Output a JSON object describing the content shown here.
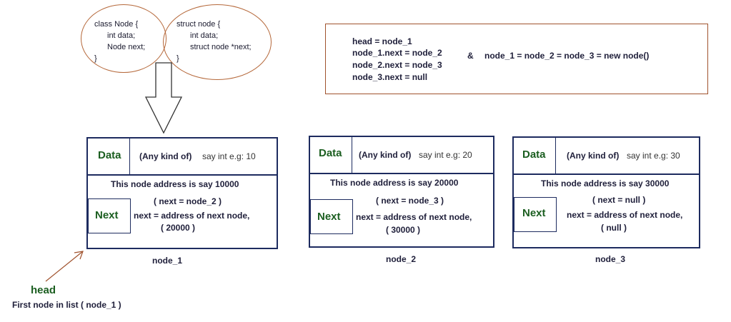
{
  "class_code": {
    "l1": "class Node {",
    "l2": "int data;",
    "l3": "Node next;",
    "l4": "}"
  },
  "struct_code": {
    "l1": "struct node {",
    "l2": "int data;",
    "l3": "struct node *next;",
    "l4": "}"
  },
  "info_box": {
    "line1": "head = node_1",
    "line2": "node_1.next = node_2",
    "line3": "node_2.next = node_3",
    "line4": "node_3.next = null",
    "amp": "&",
    "assign": "node_1 = node_2 = node_3 = new node()"
  },
  "nodes": [
    {
      "data_label": "Data",
      "data_kind": "(Any kind of)",
      "data_val": "say int e.g: 10",
      "address": "This node address is say 10000",
      "next_eq": "( next = node_2 )",
      "next_label": "Next",
      "next_desc": "next = address of next node,",
      "next_addr": "( 20000 )",
      "name": "node_1"
    },
    {
      "data_label": "Data",
      "data_kind": "(Any kind of)",
      "data_val": "say int e.g: 20",
      "address": "This node address is say 20000",
      "next_eq": "( next = node_3 )",
      "next_label": "Next",
      "next_desc": "next = address of next node,",
      "next_addr": "( 30000 )",
      "name": "node_2"
    },
    {
      "data_label": "Data",
      "data_kind": "(Any kind of)",
      "data_val": "say int e.g: 30",
      "address": "This node address is say 30000",
      "next_eq": "( next = null )",
      "next_label": "Next",
      "next_desc": "next = address of next node,",
      "next_addr": "( null )",
      "name": "node_3"
    }
  ],
  "head": {
    "label": "head",
    "desc": "First node in list ( node_1 )"
  }
}
